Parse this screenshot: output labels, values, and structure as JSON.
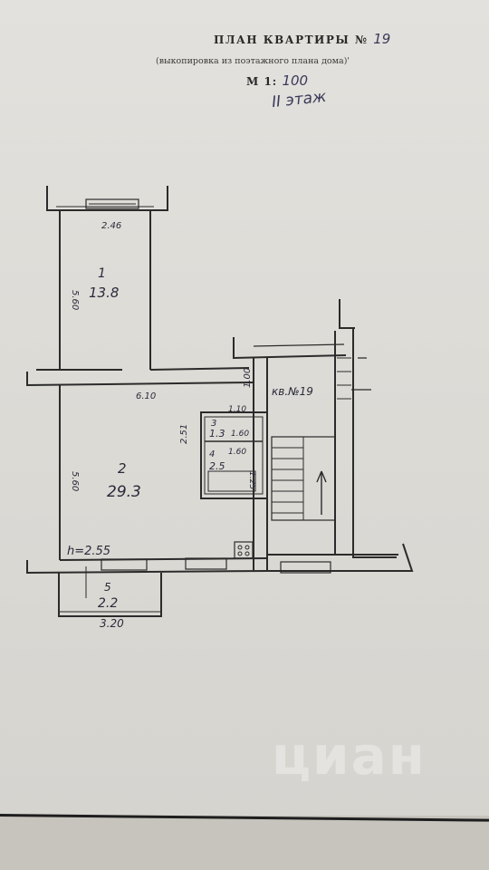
{
  "header": {
    "title": "ПЛАН КВАРТИРЫ №",
    "apartment_number": "19",
    "subtitle": "(выкопировка из поэтажного плана дома)'",
    "scale_label": "М 1:",
    "scale_value": "100",
    "floor_note": "II этаж"
  },
  "rooms": [
    {
      "number": "1",
      "area": "13.8"
    },
    {
      "number": "2",
      "area": "29.3"
    },
    {
      "number": "3",
      "area": "1.3"
    },
    {
      "number": "4",
      "area": "2.5"
    },
    {
      "number": "5",
      "area": "2.2"
    }
  ],
  "dimensions": {
    "room1_width": "2.46",
    "room1_length": "5.60",
    "room2_width": "6.10",
    "room2_length": "5.60",
    "bath_a": "1.10",
    "bath_b": "1.60",
    "bath_c": "1.60",
    "bath_d": "1.25",
    "corridor": "2.51",
    "door_gap": "1.00",
    "ceiling_height": "h=2.55",
    "balcony_width": "3.20",
    "apartment_label": "кв.№19"
  },
  "watermark": "циан",
  "colors": {
    "paper": "#e0deda",
    "ink": "#2a2a2a",
    "desk": "#c7c4bd"
  }
}
